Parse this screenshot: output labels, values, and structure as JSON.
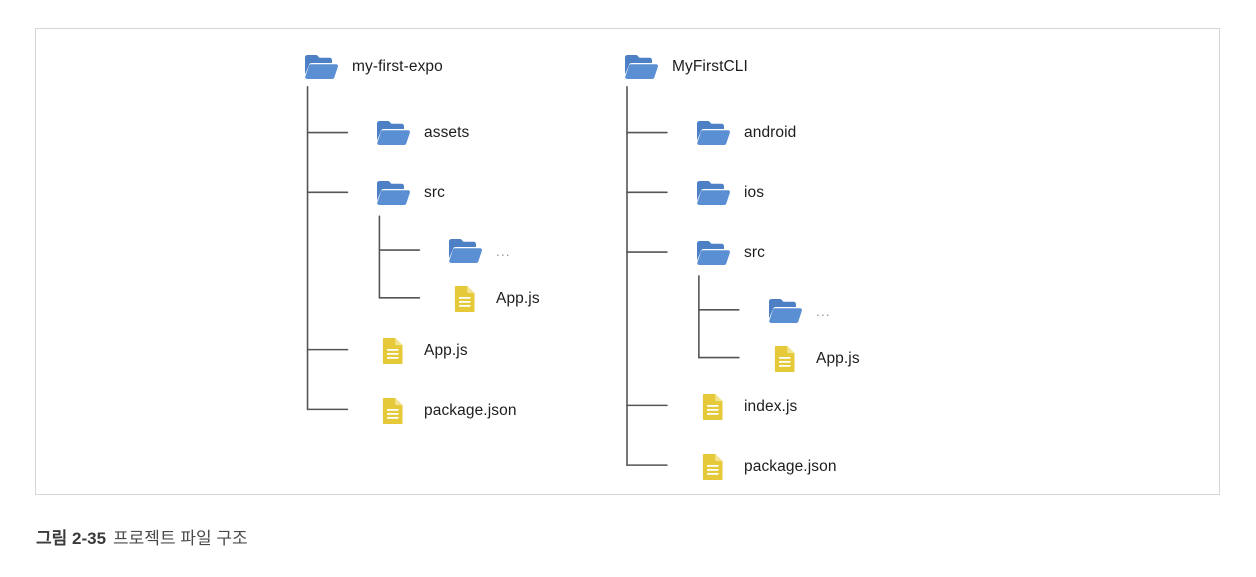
{
  "figure": {
    "caption_number": "그림 2-35",
    "caption_text": "프로젝트 파일 구조",
    "border_color": "#d6d6d6",
    "background": "#ffffff"
  },
  "colors": {
    "folder_blue": "#5b8fd4",
    "folder_blue_dark": "#4d80c4",
    "file_yellow": "#e5c938",
    "file_yellow_dark": "#d8bb2c",
    "connector_gray": "#555555",
    "label_text": "#1d1d1d",
    "ellipsis_text": "#9a9a9a"
  },
  "trees": [
    {
      "id": "expo",
      "root": {
        "name": "my-first-expo",
        "icon": "folder-icon",
        "type": "folder"
      },
      "children": [
        {
          "name": "assets",
          "icon": "folder-icon",
          "type": "folder",
          "depth": 1
        },
        {
          "name": "src",
          "icon": "folder-icon",
          "type": "folder",
          "depth": 1
        },
        {
          "name": "...",
          "icon": "folder-icon",
          "type": "folder",
          "depth": 2
        },
        {
          "name": "App.js",
          "icon": "file-icon",
          "type": "file",
          "depth": 2
        },
        {
          "name": "App.js",
          "icon": "file-icon",
          "type": "file",
          "depth": 1
        },
        {
          "name": "package.json",
          "icon": "file-icon",
          "type": "file",
          "depth": 1
        }
      ]
    },
    {
      "id": "cli",
      "root": {
        "name": "MyFirstCLI",
        "icon": "folder-icon",
        "type": "folder"
      },
      "children": [
        {
          "name": "android",
          "icon": "folder-icon",
          "type": "folder",
          "depth": 1
        },
        {
          "name": "ios",
          "icon": "folder-icon",
          "type": "folder",
          "depth": 1
        },
        {
          "name": "src",
          "icon": "folder-icon",
          "type": "folder",
          "depth": 1
        },
        {
          "name": "...",
          "icon": "folder-icon",
          "type": "folder",
          "depth": 2
        },
        {
          "name": "App.js",
          "icon": "file-icon",
          "type": "file",
          "depth": 2
        },
        {
          "name": "index.js",
          "icon": "file-icon",
          "type": "file",
          "depth": 1
        },
        {
          "name": "package.json",
          "icon": "file-icon",
          "type": "file",
          "depth": 1
        }
      ]
    }
  ]
}
